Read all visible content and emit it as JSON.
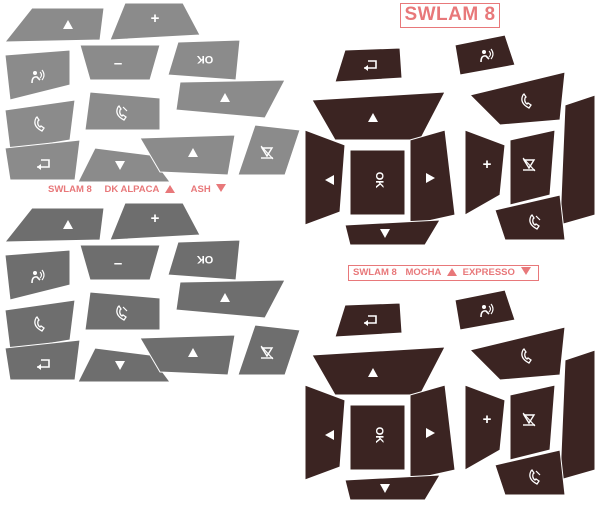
{
  "title": "SWLAM 8",
  "legends": [
    {
      "code": "SWLAM 8",
      "up_color": "DK ALPACA",
      "down_color": "ASH"
    },
    {
      "code": "SWLAM 8",
      "up_color": "MOCHA",
      "down_color": "EXPRESSO"
    }
  ],
  "labels": {
    "ok": "OK",
    "plus": "+",
    "minus": "–"
  },
  "colors": {
    "accent": "#e8787a",
    "gray_light": "#8b8b8b",
    "gray_dark": "#6e6e6e",
    "brown": "#3b2422",
    "white": "#ffffff"
  },
  "button_sets": [
    {
      "name": "gray-set-top",
      "color": "gray_light"
    },
    {
      "name": "gray-set-bottom",
      "color": "gray_dark"
    },
    {
      "name": "brown-set-top",
      "color": "brown"
    },
    {
      "name": "brown-set-bottom",
      "color": "brown"
    }
  ]
}
